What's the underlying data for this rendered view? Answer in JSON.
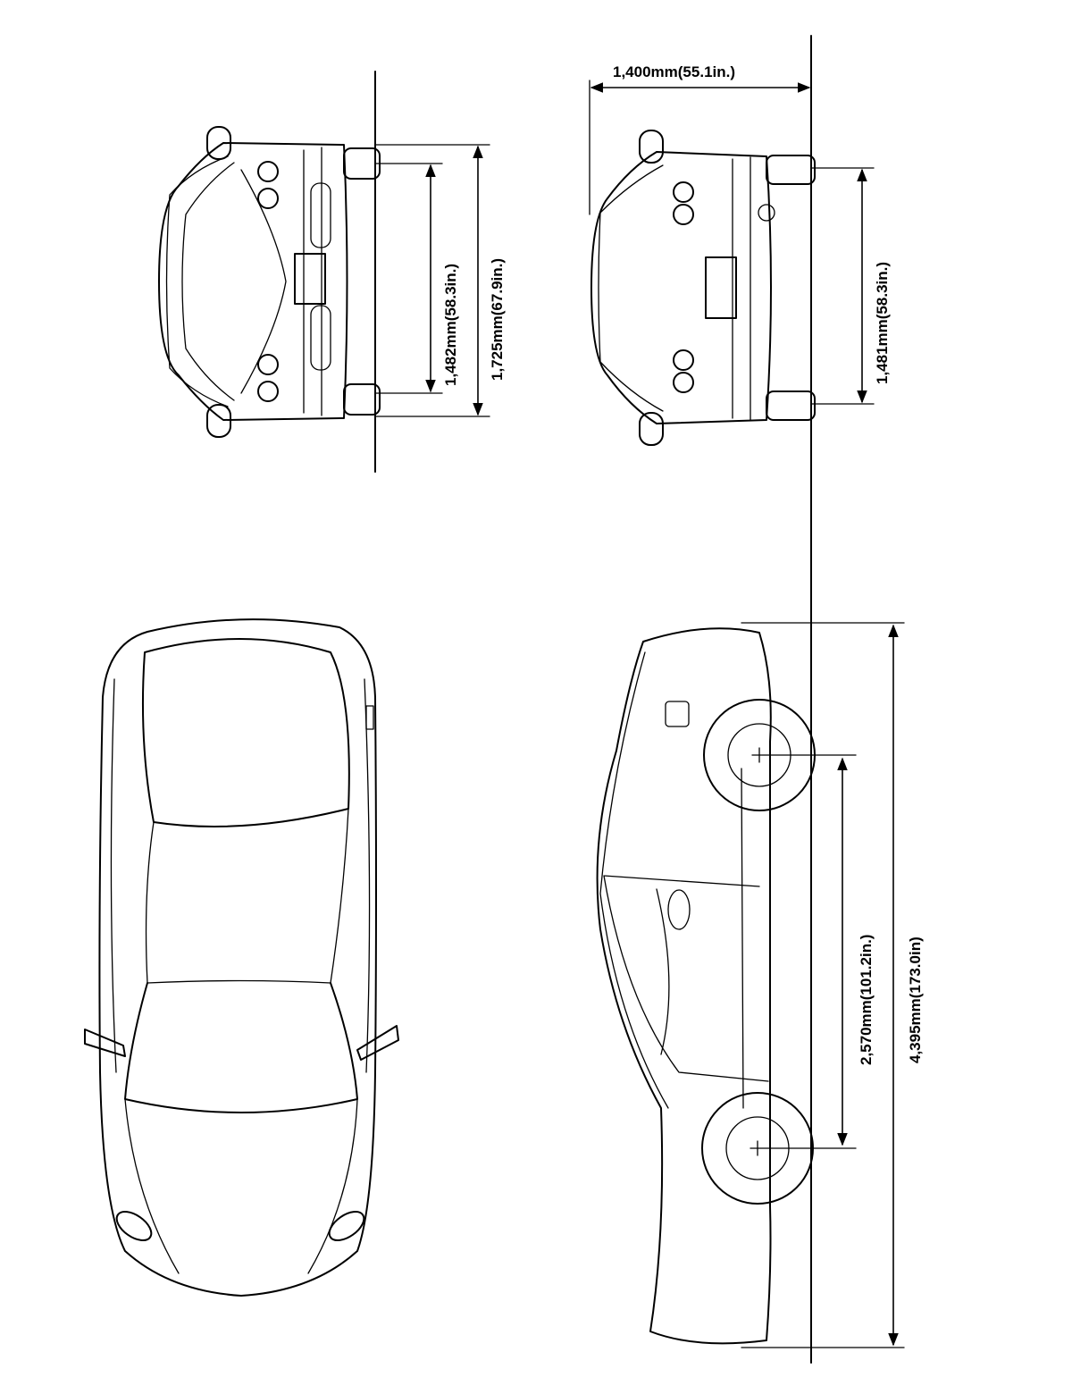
{
  "dimensions": {
    "front_track": "1,482mm(58.3in.)",
    "overall_width": "1,725mm(67.9in.)",
    "overall_height": "1,400mm(55.1in.)",
    "rear_track": "1,481mm(58.3in.)",
    "wheelbase": "2,570mm(101.2in.)",
    "overall_length": "4,395mm(173.0in)"
  }
}
